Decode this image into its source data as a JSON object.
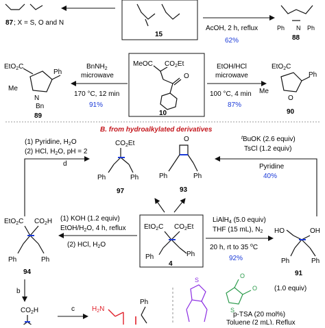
{
  "colors": {
    "ink": "#111111",
    "blue": "#1a3ad8",
    "red": "#e0202a",
    "section_red": "#c4161c",
    "divider": "#777777"
  },
  "top": {
    "label_87": "87",
    "label_87_note": "; X = S, O and N",
    "label_15": "15",
    "cond_88_line1": "AcOH, 2 h, reflux",
    "cond_88_yield": "62%",
    "label_88": "88",
    "label_89": "89",
    "cond_89_reagent": "BnNH",
    "cond_89_reagent_sub": "2",
    "cond_89_line2": "microwave",
    "cond_89_line3": "170 °C, 12 min",
    "cond_89_yield": "91%",
    "label_10": "10",
    "cond_90_line1": "EtOH/HCl",
    "cond_90_line2": "microwave",
    "cond_90_line3": "100 °C, 4 min",
    "cond_90_yield": "87%",
    "label_90": "90"
  },
  "section_b": {
    "title": "B. from hydroalkylated derivatives"
  },
  "bottom": {
    "cond_97_line1": "(1) Pyridine, H",
    "cond_97_line1_tail": "O",
    "cond_97_line2": "(2) HCl, H",
    "cond_97_line2_tail": "O, pH = 2",
    "cond_97_letter": "d",
    "label_97": "97",
    "label_93": "93",
    "cond_93_line1": "BuOK (2.6 equiv)",
    "cond_93_t": "t",
    "cond_93_line2": "TsCl (1.2 equiv)",
    "cond_93_line3": "Pyridine",
    "cond_93_yield": "40%",
    "cond_94_line1": "(1) KOH (1.2 equiv)",
    "cond_94_line2": "EtOH/H",
    "cond_94_line2_tail": "O, 4 h, reflux",
    "cond_94_line3": "(2) HCl, H",
    "cond_94_line3_tail": "O",
    "label_94": "94",
    "label_4": "4",
    "cond_91_line1": "LiAlH",
    "cond_91_line1_tail": " (5.0 equiv)",
    "cond_91_line2": "THF (15 mL), N",
    "cond_91_line3": "20 h, rt to 35 ",
    "cond_91_line3_tail": "C",
    "cond_91_yield": "92%",
    "label_91": "91",
    "step_b": "b",
    "step_c": "c",
    "equiv_note": "(1.0 equiv)",
    "ptsa_note": "p-TSA (20 mol%)",
    "toluene_note": "Toluene (2 mL), Reflux"
  }
}
